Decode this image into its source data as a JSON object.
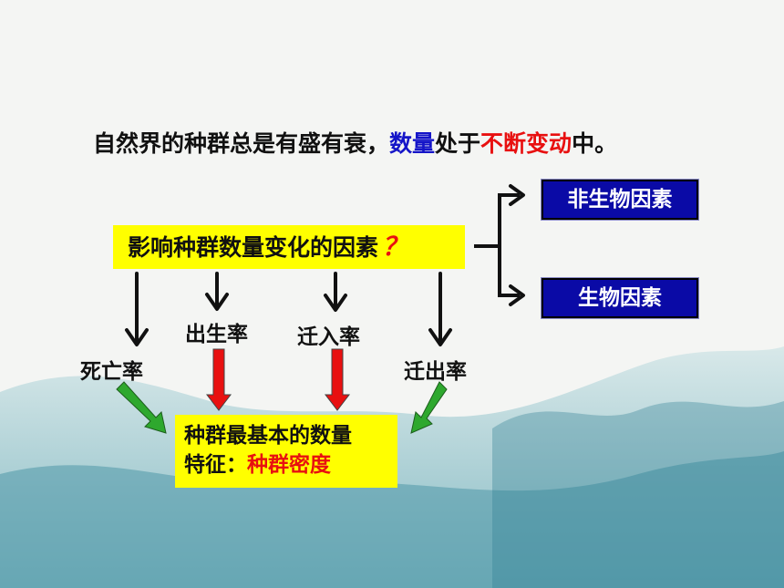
{
  "headline": {
    "part1": "自然界的种群总是有盛有衰，",
    "part2": "数量",
    "part3": "处于",
    "part4": "不断变动",
    "part5": "中。"
  },
  "question": {
    "text": "影响种群数量变化的因素",
    "mark": "？"
  },
  "factors": {
    "abiotic": "非生物因素",
    "biotic": "生物因素"
  },
  "rates": {
    "death": "死亡率",
    "birth": "出生率",
    "immigration": "迁入率",
    "emigration": "迁出率"
  },
  "result": {
    "line1": "种群最基本的数量",
    "line2_prefix": "特征：",
    "line2_highlight": "种群密度"
  },
  "colors": {
    "highlight_yellow": "#ffff00",
    "factor_blue": "#0a0aa6",
    "text_red": "#e81010",
    "text_blue": "#1515c8",
    "arrow_red": "#e81010",
    "arrow_green": "#2ea82e"
  }
}
